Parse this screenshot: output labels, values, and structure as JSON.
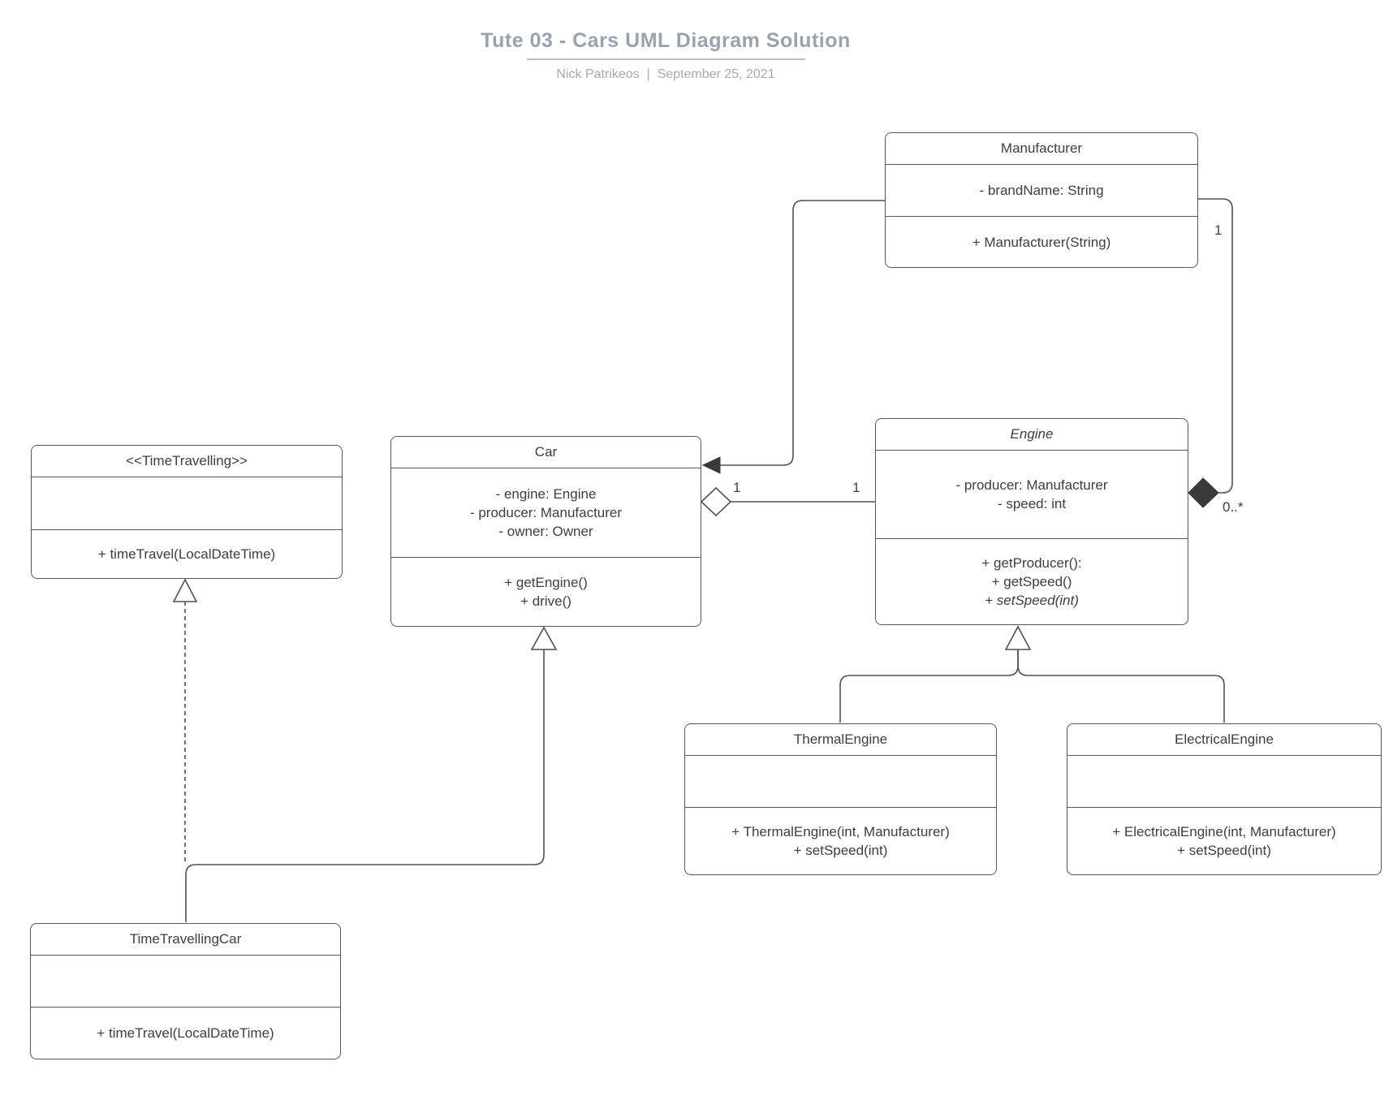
{
  "header": {
    "title": "Tute 03 - Cars UML Diagram Solution",
    "subtitle": "Nick Patrikeos  |  September 25, 2021"
  },
  "classes": {
    "manufacturer": {
      "name": "Manufacturer",
      "attributes": [
        "- brandName: String"
      ],
      "methods": [
        "+ Manufacturer(String)"
      ]
    },
    "engine": {
      "name": "Engine",
      "attributes": [
        "- producer: Manufacturer",
        "- speed: int"
      ],
      "methods": [
        "+ getProducer():",
        "+ getSpeed()",
        "+ setSpeed(int)"
      ]
    },
    "car": {
      "name": "Car",
      "attributes": [
        "- engine: Engine",
        "- producer: Manufacturer",
        "- owner: Owner"
      ],
      "methods": [
        "+ getEngine()",
        "+ drive()"
      ]
    },
    "time_travelling": {
      "name": "<<TimeTravelling>>",
      "attributes": [],
      "methods": [
        "+ timeTravel(LocalDateTime)"
      ]
    },
    "time_travelling_car": {
      "name": "TimeTravellingCar",
      "attributes": [],
      "methods": [
        "+ timeTravel(LocalDateTime)"
      ]
    },
    "thermal_engine": {
      "name": "ThermalEngine",
      "attributes": [],
      "methods": [
        "+ ThermalEngine(int, Manufacturer)",
        "+ setSpeed(int)"
      ]
    },
    "electrical_engine": {
      "name": "ElectricalEngine",
      "attributes": [],
      "methods": [
        "+ ElectricalEngine(int, Manufacturer)",
        "+ setSpeed(int)"
      ]
    }
  },
  "relationships": {
    "car_engine_aggregation": {
      "car_multiplicity": "1",
      "engine_multiplicity": "1"
    },
    "manufacturer_engine_composition": {
      "manufacturer_multiplicity": "1",
      "engine_multiplicity": "0..*"
    }
  },
  "colors": {
    "title": "#9aa2b0",
    "line": "#505050",
    "box_border": "#565656",
    "text": "#3e3e3e"
  }
}
